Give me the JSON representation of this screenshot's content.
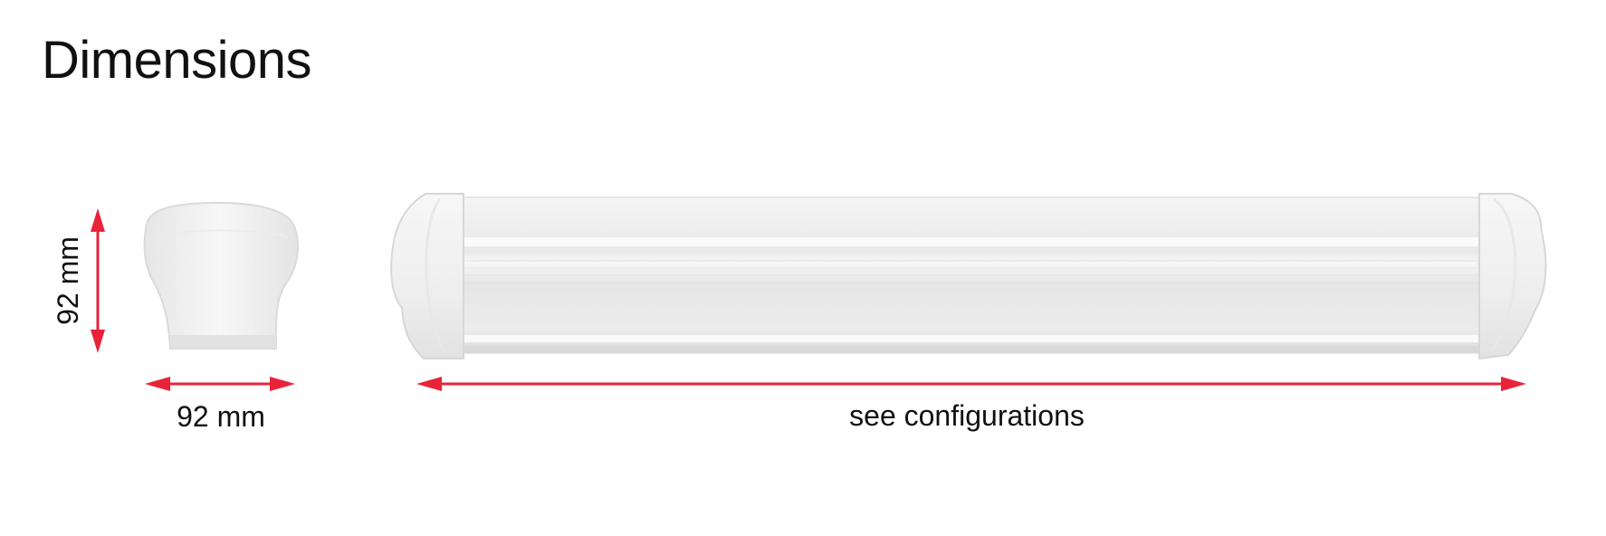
{
  "page": {
    "title": "Dimensions"
  },
  "dimensions": {
    "end_height": "92 mm",
    "end_width": "92 mm",
    "length": "see configurations"
  },
  "colors": {
    "accent": "#e8233a",
    "text": "#111111",
    "fixture": "#f2f2f2"
  }
}
